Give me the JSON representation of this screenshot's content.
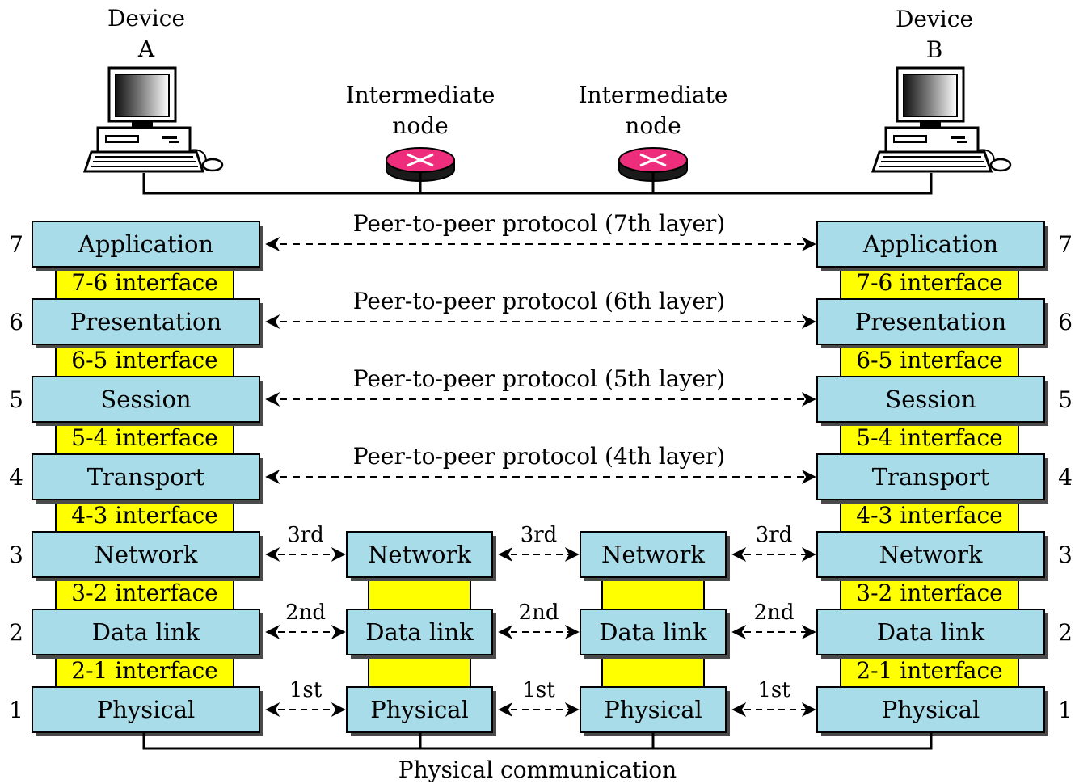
{
  "devices": {
    "a": {
      "title": "Device",
      "id": "A"
    },
    "b": {
      "title": "Device",
      "id": "B"
    }
  },
  "nodes": [
    {
      "line1": "Intermediate",
      "line2": "node"
    },
    {
      "line1": "Intermediate",
      "line2": "node"
    }
  ],
  "layers": [
    {
      "num": "7",
      "name": "Application"
    },
    {
      "num": "6",
      "name": "Presentation"
    },
    {
      "num": "5",
      "name": "Session"
    },
    {
      "num": "4",
      "name": "Transport"
    },
    {
      "num": "3",
      "name": "Network"
    },
    {
      "num": "2",
      "name": "Data link"
    },
    {
      "num": "1",
      "name": "Physical"
    }
  ],
  "interfaces": [
    "7-6 interface",
    "6-5 interface",
    "5-4 interface",
    "4-3 interface",
    "3-2 interface",
    "2-1 interface"
  ],
  "peer_protocols": [
    "Peer-to-peer protocol (7th layer)",
    "Peer-to-peer protocol (6th layer)",
    "Peer-to-peer protocol (5th layer)",
    "Peer-to-peer protocol (4th layer)"
  ],
  "hop_labels": [
    "3rd",
    "2nd",
    "1st"
  ],
  "node_layers": [
    "Network",
    "Data link",
    "Physical"
  ],
  "footer": "Physical communication",
  "colors": {
    "layer_fill": "#a8dce8",
    "interface_fill": "#ffff00",
    "router_fill": "#ee2e7c",
    "shadow": "#4a4a4a"
  }
}
